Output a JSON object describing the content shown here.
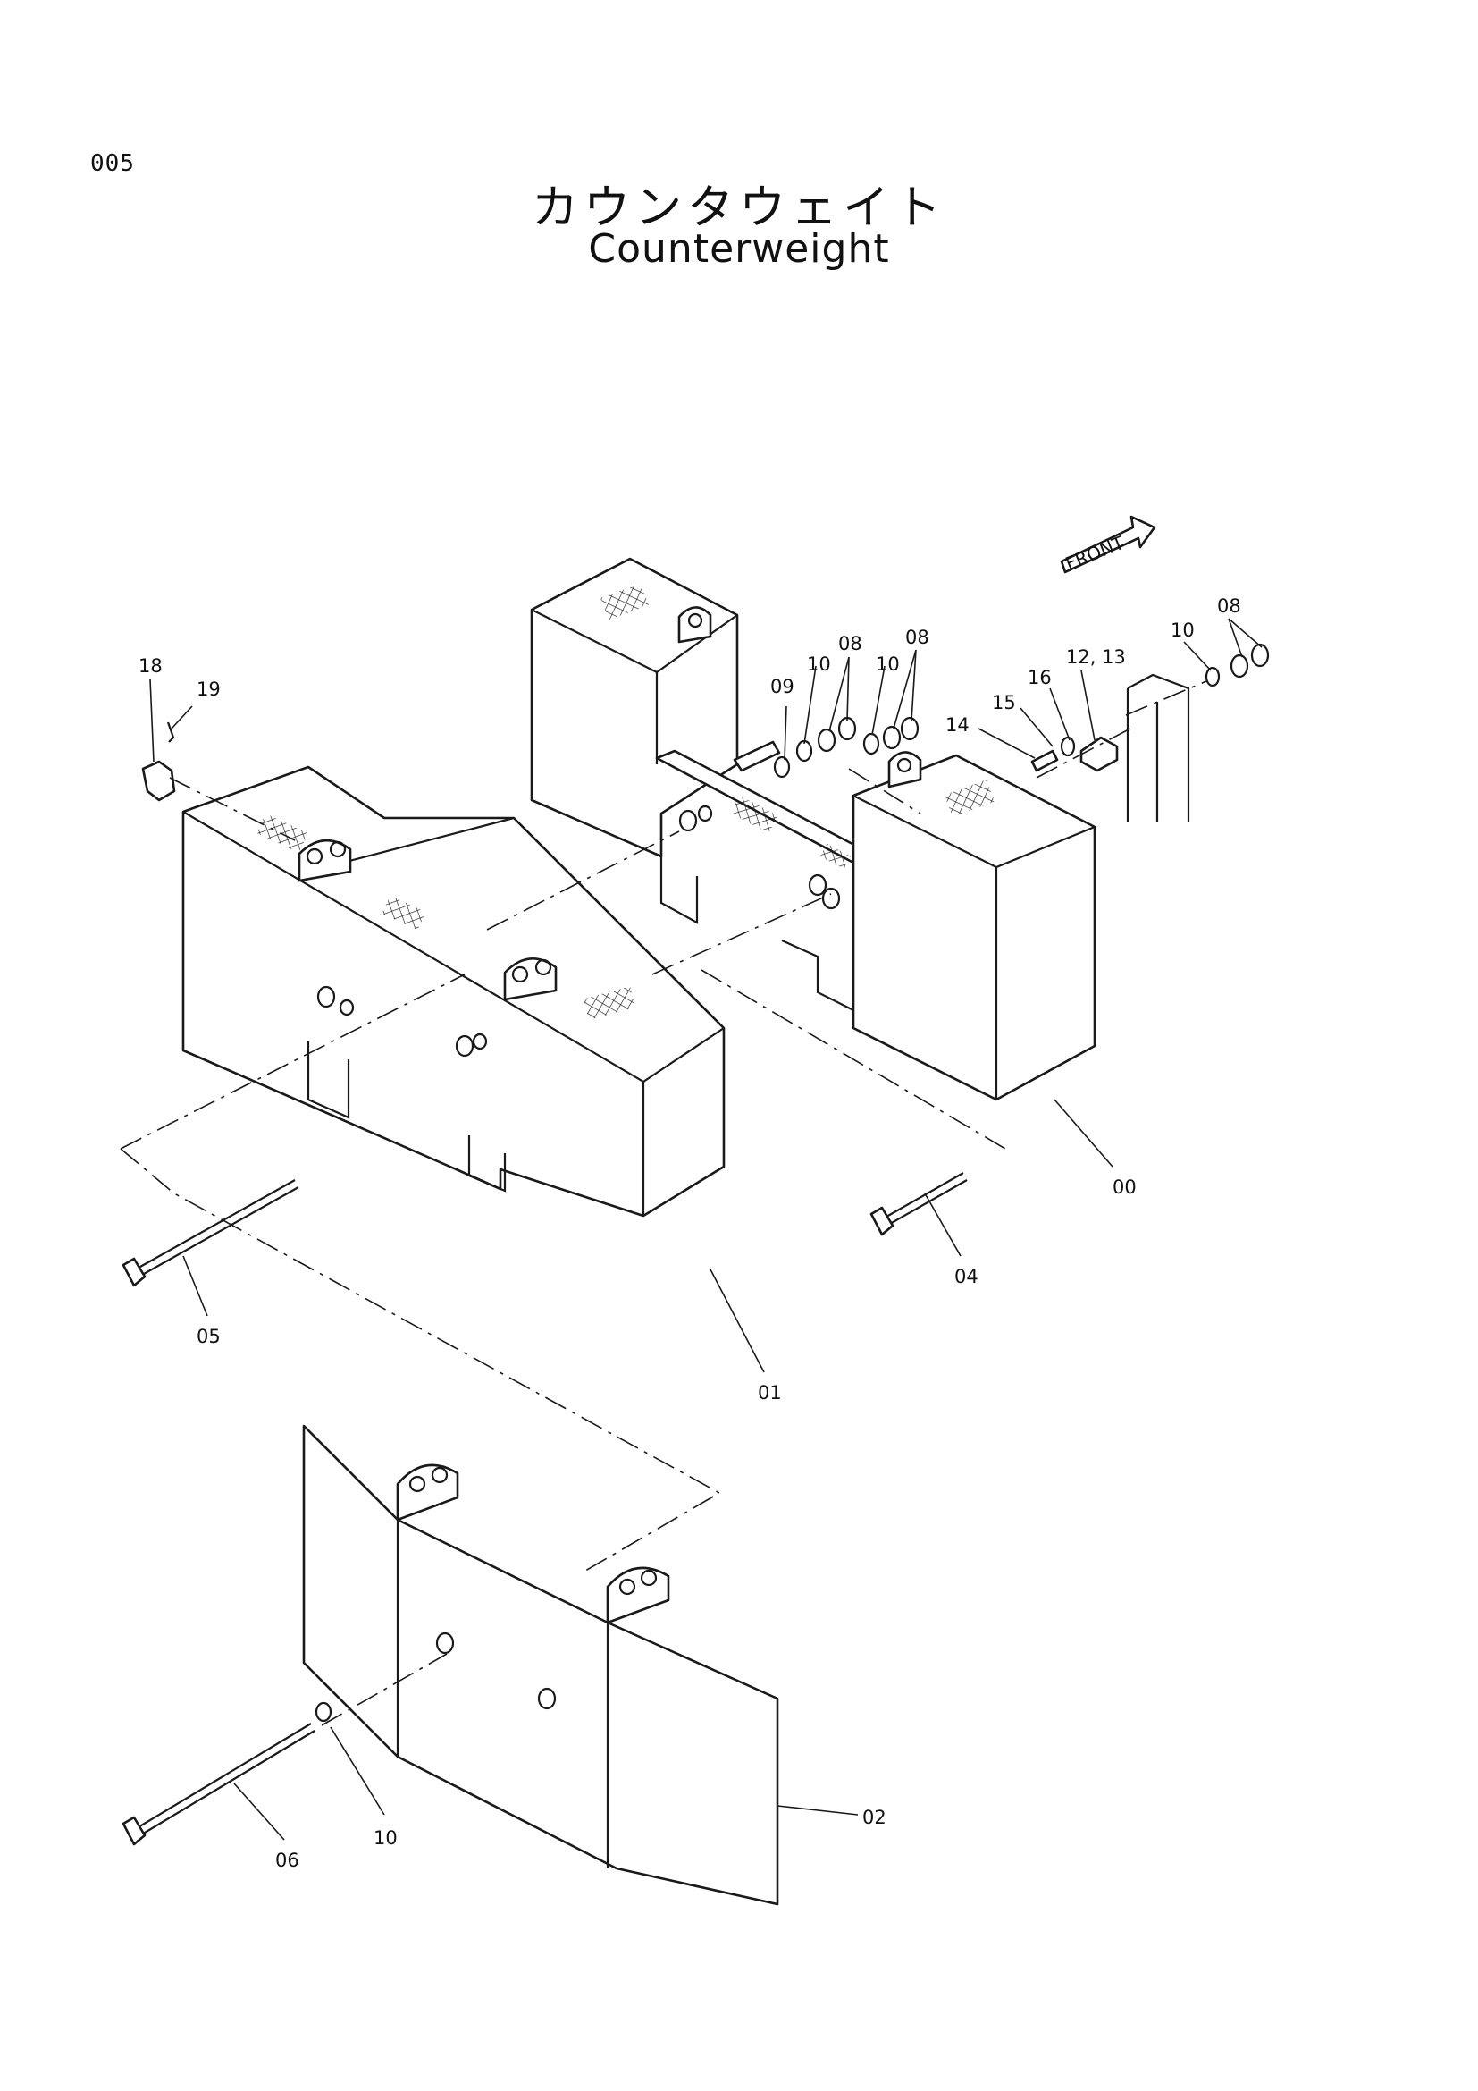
{
  "page": {
    "number": "005"
  },
  "title": {
    "japanese": "カウンタウェイト",
    "english": "Counterweight"
  },
  "orientation_label": "FRONT",
  "callouts": [
    {
      "id": "c00",
      "text": "00"
    },
    {
      "id": "c01",
      "text": "01"
    },
    {
      "id": "c02",
      "text": "02"
    },
    {
      "id": "c04",
      "text": "04"
    },
    {
      "id": "c05",
      "text": "05"
    },
    {
      "id": "c06",
      "text": "06"
    },
    {
      "id": "c08a",
      "text": "08"
    },
    {
      "id": "c08b",
      "text": "08"
    },
    {
      "id": "c08c",
      "text": "08"
    },
    {
      "id": "c09",
      "text": "09"
    },
    {
      "id": "c10a",
      "text": "10"
    },
    {
      "id": "c10b",
      "text": "10"
    },
    {
      "id": "c10c",
      "text": "10"
    },
    {
      "id": "c10d",
      "text": "10"
    },
    {
      "id": "c1213",
      "text": "12, 13"
    },
    {
      "id": "c14",
      "text": "14"
    },
    {
      "id": "c15",
      "text": "15"
    },
    {
      "id": "c16",
      "text": "16"
    },
    {
      "id": "c18",
      "text": "18"
    },
    {
      "id": "c19",
      "text": "19"
    }
  ]
}
